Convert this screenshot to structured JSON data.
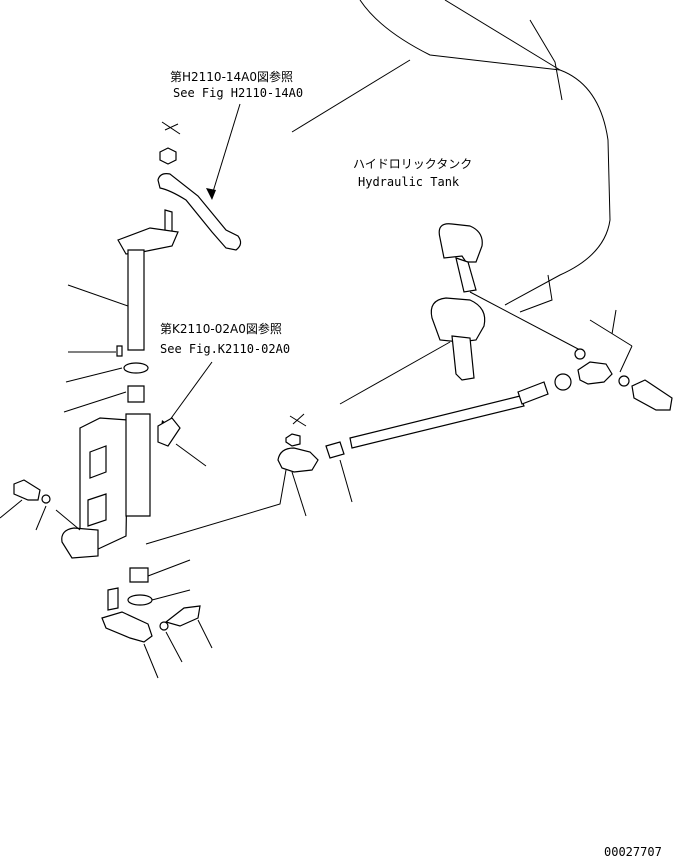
{
  "references": [
    {
      "jp": "第H2110-14A0図参照",
      "en": "See Fig H2110-14A0"
    },
    {
      "jp": "第K2110-02A0図参照",
      "en": "See Fig.K2110-02A0"
    }
  ],
  "tank_label": {
    "jp": "ハイドロリックタンク",
    "en": "Hydraulic Tank"
  },
  "figure_number": "00027707"
}
